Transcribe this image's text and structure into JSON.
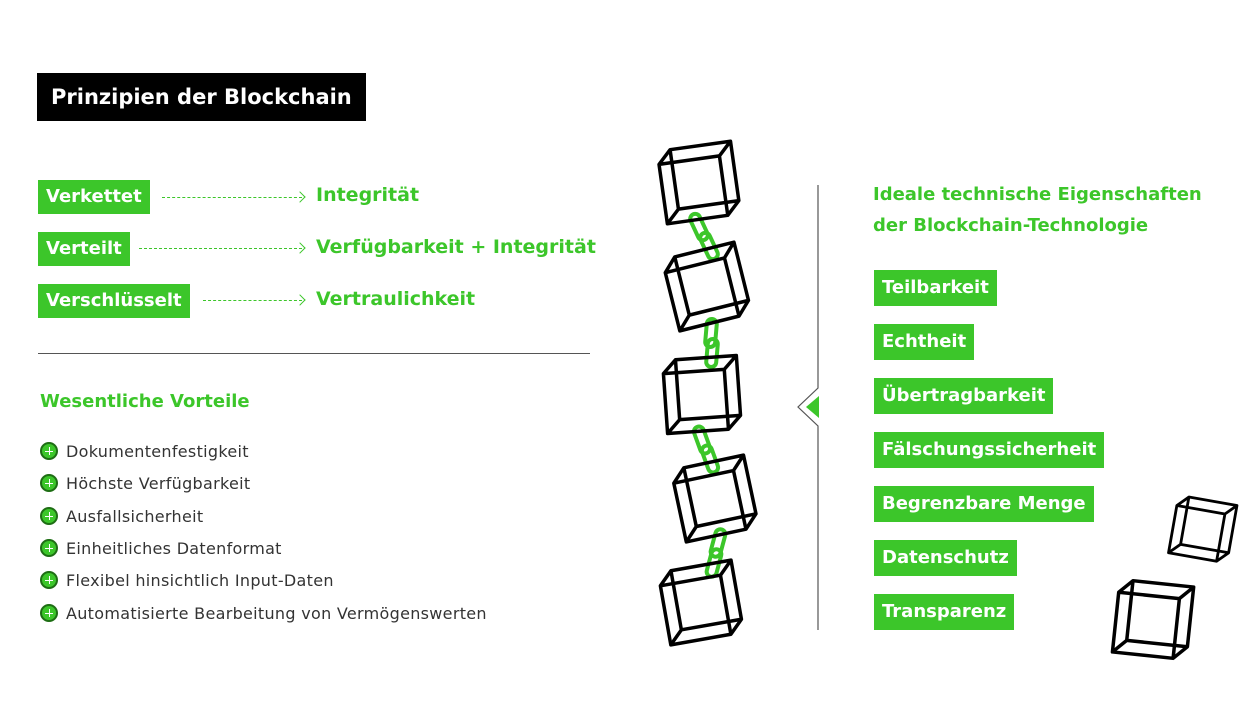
{
  "title": "Prinzipien der Blockchain",
  "principles": [
    {
      "label": "Verkettet",
      "result": "Integrität"
    },
    {
      "label": "Verteilt",
      "result": "Verfügbarkeit + Integrität"
    },
    {
      "label": "Verschlüsselt",
      "result": "Vertraulichkeit"
    }
  ],
  "advantages": {
    "heading": "Wesentliche Vorteile",
    "items": [
      "Dokumentenfestigkeit",
      "Höchste Verfügbarkeit",
      "Ausfallsicherheit",
      "Einheitliches Datenformat",
      "Flexibel hinsichtlich Input-Daten",
      "Automatisierte Bearbeitung von Vermögenswerten"
    ]
  },
  "properties": {
    "heading_line1": "Ideale technische Eigenschaften",
    "heading_line2": "der Blockchain-Technologie",
    "items": [
      "Teilbarkeit",
      "Echtheit",
      "Übertragbarkeit",
      "Fälschungssicherheit",
      "Begrenzbare Menge",
      "Datenschutz",
      "Transparenz"
    ]
  },
  "colors": {
    "accent": "#3cc62a",
    "title_bg": "#000000",
    "cube_stroke": "#000000"
  },
  "icons": [
    "plus-circle-icon",
    "cube-icon",
    "chain-link-icon",
    "arrow-right-icon"
  ]
}
